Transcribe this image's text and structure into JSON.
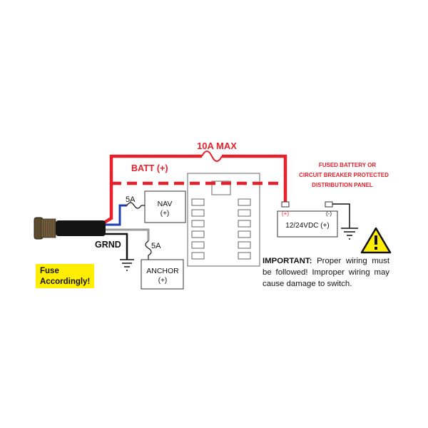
{
  "colors": {
    "batt_positive": "#e8202a",
    "nav_wire": "#1f3fb0",
    "ground_wire": "#111111",
    "anchor_wire": "#9a9a9a",
    "warning_yellow": "#ffee00"
  },
  "labels": {
    "max_current": "10A MAX",
    "batt": "BATT (+)",
    "panel_line1": "FUSED BATTERY OR",
    "panel_line2": "CIRCUIT BREAKER PROTECTED",
    "panel_line3": "DISTRIBUTION PANEL",
    "fuse_nav": "5A",
    "fuse_anchor": "5A",
    "nav_line1": "NAV",
    "nav_line2": "(+)",
    "anchor_line1": "ANCHOR",
    "anchor_line2": "(+)",
    "battery_pos": "(+)",
    "battery_neg": "(-)",
    "battery_label": "12/24VDC (+)",
    "ground": "GRND",
    "fuse_badge_line1": "Fuse",
    "fuse_badge_line2": "Accordingly!",
    "important_lead": "IMPORTANT:",
    "important_text": "Proper wiring must be followed! Improper wiring may cause  damage to switch."
  },
  "icons": {
    "warning": "warning-triangle-icon",
    "ground": "ground-symbol-icon",
    "fuse": "fuse-symbol-icon",
    "switch": "toggle-switch-icon"
  }
}
